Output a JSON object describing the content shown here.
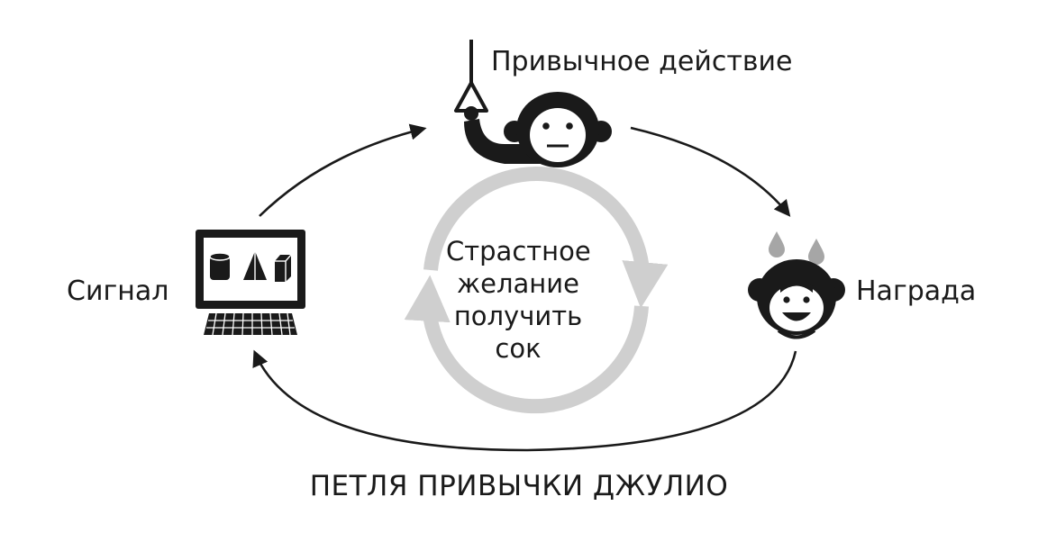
{
  "diagram": {
    "routine_label": "Привычное действие",
    "cue_label": "Сигнал",
    "reward_label": "Награда",
    "center_lines": [
      "Страстное",
      "желание",
      "получить",
      "сок"
    ],
    "caption": "ПЕТЛЯ ПРИВЫЧКИ ДЖУЛИО"
  },
  "colors": {
    "ink": "#1a1a1a",
    "inner_cycle": "#cfcfcf",
    "drops": "#a6a6a6"
  },
  "icons": [
    "monkey-pulling-lever-icon",
    "computer-monitor-icon",
    "monkey-reward-icon",
    "juice-drops-icon"
  ]
}
